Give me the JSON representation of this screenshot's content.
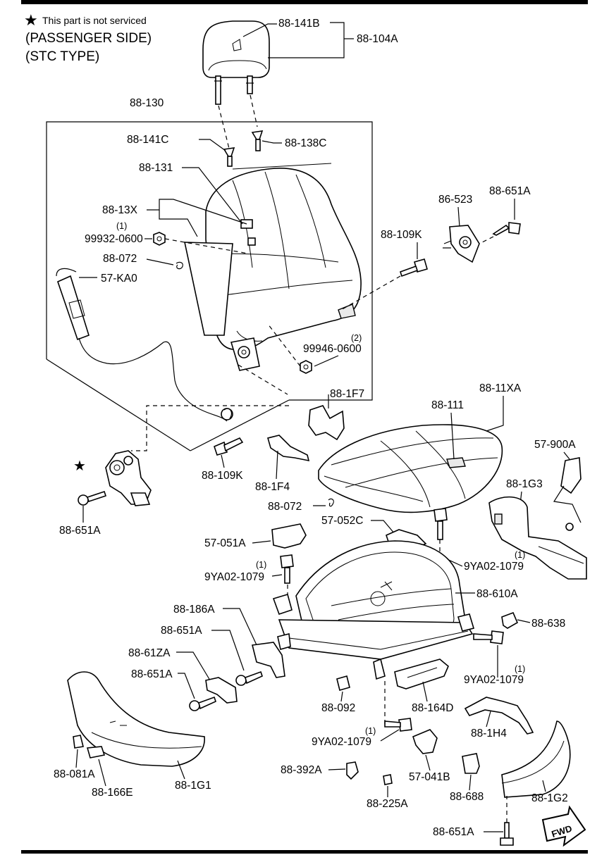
{
  "header": {
    "star": "★",
    "note": "This part is not serviced",
    "line1": "(PASSENGER SIDE)",
    "line2": "(STC TYPE)"
  },
  "labels": {
    "p88_141B": "88-141B",
    "p88_104A": "88-104A",
    "p88_130": "88-130",
    "p88_141C": "88-141C",
    "p88_138C": "88-138C",
    "p88_131": "88-131",
    "p88_13X": "88-13X",
    "q_99932": "(1)",
    "p99932_0600": "99932-0600",
    "p88_072a": "88-072",
    "p57_KA0": "57-KA0",
    "p86_523": "86-523",
    "p88_651A_top": "88-651A",
    "p88_109K_top": "88-109K",
    "q_99946": "(2)",
    "p99946_0600": "99946-0600",
    "p88_1F7": "88-1F7",
    "p88_11XA": "88-11XA",
    "p88_111": "88-111",
    "p57_900A": "57-900A",
    "p88_109K_bot": "88-109K",
    "p88_1F4": "88-1F4",
    "p88_1G3": "88-1G3",
    "p88_651A_left": "88-651A",
    "p88_072b": "88-072",
    "p57_052C": "57-052C",
    "p57_051A": "57-051A",
    "q_9ya_a": "(1)",
    "p9YA02_a": "9YA02-1079",
    "q_9ya_b": "(1)",
    "p9YA02_b": "9YA02-1079",
    "p88_610A": "88-610A",
    "p88_186A": "88-186A",
    "p88_638": "88-638",
    "p88_651A_mid": "88-651A",
    "p88_61ZA": "88-61ZA",
    "p88_651A_low": "88-651A",
    "q_9ya_c": "(1)",
    "p9YA02_c": "9YA02-1079",
    "p88_092": "88-092",
    "p88_164D": "88-164D",
    "p88_1H4": "88-1H4",
    "q_9ya_d": "(1)",
    "p9YA02_d": "9YA02-1079",
    "p88_081A": "88-081A",
    "p88_166E": "88-166E",
    "p88_1G1": "88-1G1",
    "p88_392A": "88-392A",
    "p57_041B": "57-041B",
    "p88_225A": "88-225A",
    "p88_688": "88-688",
    "p88_1G2": "88-1G2",
    "p88_651A_bot": "88-651A",
    "fwd": "FWD"
  },
  "colors": {
    "ink": "#000000",
    "paper": "#ffffff",
    "shade": "#e9e9e9"
  }
}
